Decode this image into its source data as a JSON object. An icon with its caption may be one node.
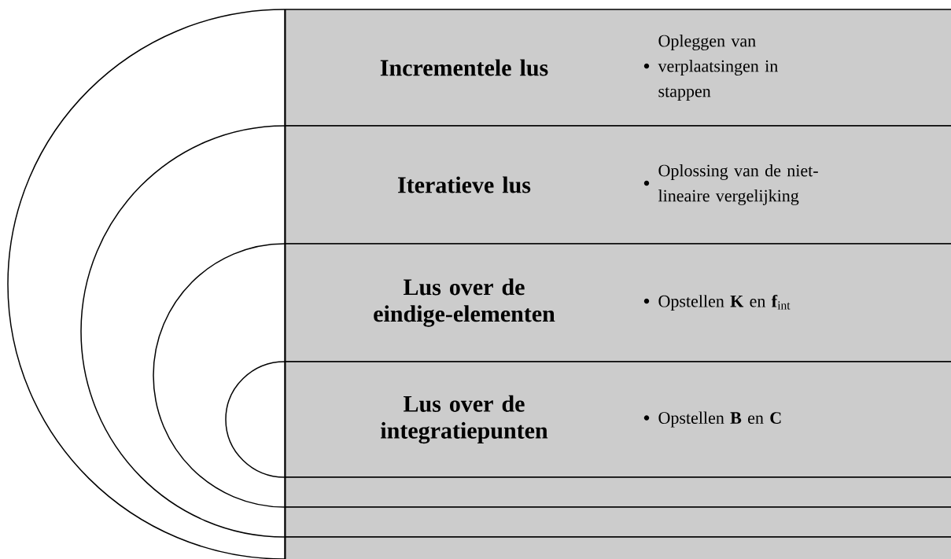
{
  "diagram": {
    "nodes": [
      {
        "text": [
          "Incrementele lus",
          "Opleggen van verplaatsingen in stappen"
        ]
      },
      {
        "text": [
          "Iteratieve lus",
          "Oplossing van de niet-lineaire vergelijking"
        ]
      },
      {
        "text": [
          "Lus over de eindige-elementen",
          "Opstellen **K** en **f**$_{int}$"
        ]
      },
      {
        "text": [
          "Lus over de integratiepunten",
          "Opstellen **B** en **C**"
        ]
      },
      {
        "text": [],
        "shape": "box"
      },
      {
        "text": [],
        "shape": "box"
      },
      {
        "text": [],
        "shape": "box"
      }
    ]
  }
}
